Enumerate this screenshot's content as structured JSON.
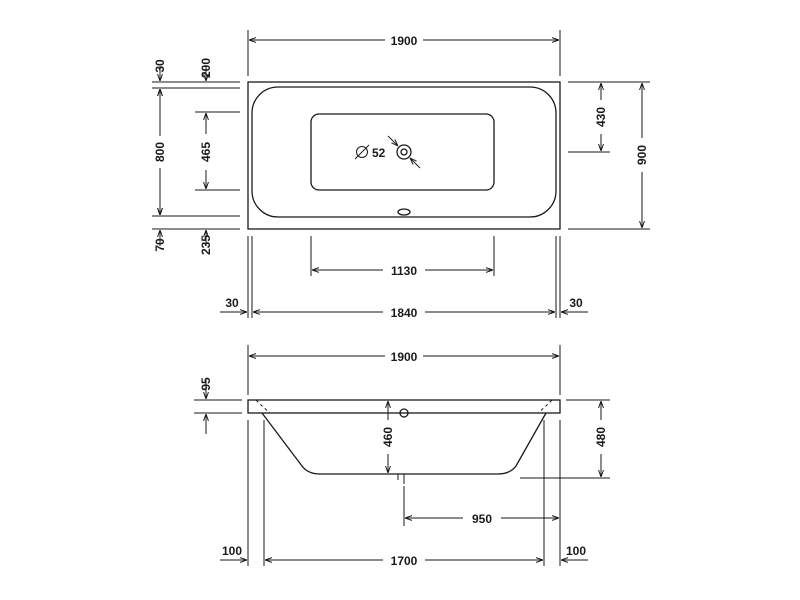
{
  "top_view": {
    "overall_length": "1900",
    "rim_top": "30",
    "top_offset": "200",
    "inner_width": "800",
    "sump_width": "465",
    "rim_bottom": "70",
    "bottom_offset": "235",
    "drain_offset": "430",
    "overall_width": "900",
    "drain_diameter": "52",
    "sump_length": "1130",
    "rim_left": "30",
    "inner_length": "1840",
    "rim_right": "30"
  },
  "side_view": {
    "overall_length": "1900",
    "rim_thickness": "95",
    "interior_depth": "460",
    "overall_height": "480",
    "drain_distance": "950",
    "foot_left": "100",
    "bottom_length": "1700",
    "foot_right": "100"
  }
}
